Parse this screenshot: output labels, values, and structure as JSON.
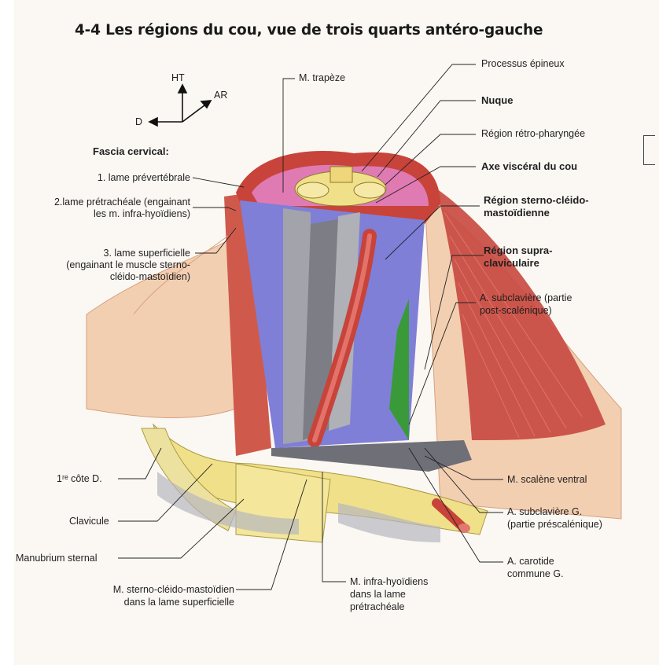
{
  "title": "4-4 Les régions du cou, vue de trois quarts antéro-gauche",
  "orientation": {
    "up": "HT",
    "back": "AR",
    "right": "D"
  },
  "fascia_heading": "Fascia cervical:",
  "labels": {
    "lame_prevertebrale": "1. lame prévertébrale",
    "lame_pretracheale_1": "2.lame prétrachéale (engainant",
    "lame_pretracheale_2": "les m. infra-hyoïdiens)",
    "lame_superficielle_1": "3. lame superficielle",
    "lame_superficielle_2": "(engainant le muscle sterno-",
    "lame_superficielle_3": "cléido-mastoïdien)",
    "trapeze": "M. trapèze",
    "processus": "Processus épineux",
    "nuque": "Nuque",
    "retro": "Région rétro-pharyngée",
    "axe": "Axe viscéral du cou",
    "scm_1": "Région sterno-cléido-",
    "scm_2": "mastoïdienne",
    "supra_1": "Région supra-",
    "supra_2": "claviculaire",
    "subcl_post_1": "A. subclavière (partie",
    "subcl_post_2": "post-scalénique)",
    "scalene": "M. scalène ventral",
    "subcl_g_1": "A. subclavière G.",
    "subcl_g_2": "(partie préscalénique)",
    "carotide_1": "A. carotide",
    "carotide_2": "commune G.",
    "cote": "1ʳᵉ côte D.",
    "clavicule": "Clavicule",
    "manubrium": "Manubrium sternal",
    "scm_lame_1": "M. sterno-cléido-mastoïdien",
    "scm_lame_2": "dans la lame superficielle",
    "infra_1": "M. infra-hyoïdiens",
    "infra_2": "dans la lame",
    "infra_3": "prétrachéale"
  },
  "colors": {
    "muscle": "#c8433a",
    "skin": "#f2c6a6",
    "pink": "#e07ab2",
    "blue": "#7f7fd8",
    "gray": "#9a9aa2",
    "bone": "#f1e08a",
    "green": "#3a9a3a",
    "shadow": "#b7b7bd"
  }
}
